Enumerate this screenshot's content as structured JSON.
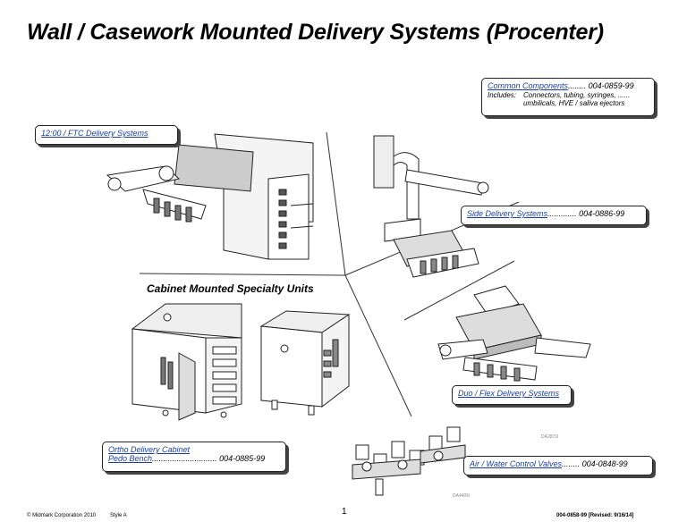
{
  "title": "Wall / Casework Mounted Delivery Systems (Procenter)",
  "subtitle": "Cabinet Mounted Specialty Units",
  "callouts": {
    "common": {
      "link": "Common Components",
      "dots": "........",
      "part": "004-0859-99",
      "includes_label": "Includes:",
      "includes_line1": "Connectors, tubing, syringes, ......",
      "includes_line2": "umbilicals, HVE / saliva ejectors"
    },
    "ftc": {
      "link": "12:00 / FTC Delivery Systems"
    },
    "side": {
      "link": "Side Delivery Systems",
      "dots": ".............",
      "part": "004-0886-99"
    },
    "duo": {
      "link": "Duo / Flex Delivery Systems"
    },
    "ortho": {
      "link1": "Ortho Delivery Cabinet",
      "link2": "Pedo Bench",
      "dots": ".............................",
      "part": "004-0885-99"
    },
    "air": {
      "link": "Air / Water Control Valves",
      "dots": "........",
      "part": "004-0848-99"
    }
  },
  "figure_codes": {
    "duo": "DA2870i",
    "valves": "DA4405i"
  },
  "footer": {
    "copyright": "© Midmark Corporation 2010",
    "style": "Style A",
    "page": "1",
    "doc": "004-0858-99 [Revised: 9/16/14]"
  }
}
